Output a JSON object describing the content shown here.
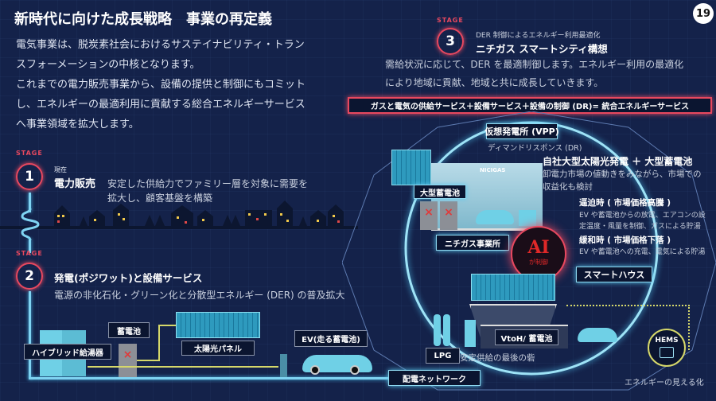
{
  "page_number": "19",
  "title": "新時代に向けた成長戦略　事業の再定義",
  "intro": [
    "電気事業は、脱炭素社会におけるサステイナビリティ・トラン",
    "スフォーメーションの中核となります。",
    "これまでの電力販売事業から、設備の提供と制御にもコミット",
    "し、エネルギーの最適利用に貢献する総合エネルギーサービス",
    "へ事業領域を拡大します。"
  ],
  "stage_label": "STAGE",
  "stage1": {
    "num": "1",
    "tag": "現在",
    "heading": "電力販売",
    "desc": [
      "安定した供給力でファミリー層を対象に需要を",
      "拡大し、顧客基盤を構築"
    ]
  },
  "stage2": {
    "num": "2",
    "heading": "発電(ポジワット)と設備サービス",
    "desc": "電源の非化石化・グリーン化と分散型エネルギー (DER) の普及拡大",
    "labels": {
      "water_heater": "ハイブリッド給湯器",
      "battery": "蓄電池",
      "solar": "太陽光パネル",
      "ev": "EV(走る蓄電池)"
    }
  },
  "stage3": {
    "num": "3",
    "sub": "DER 制御によるエネルギー利用最適化",
    "heading": "ニチガス スマートシティ構想",
    "desc": [
      "需給状況に応じて、DER を最適制御します。エネルギー利用の最適化",
      "により地域に貢献、地域と共に成長していきます。"
    ],
    "banner": "ガスと電気の供給サービス＋設備サービス＋設備の制御 (DR)= 統合エネルギーサービス"
  },
  "city": {
    "vpp": "仮想発電所 (VPP)",
    "dr": "ディマンドリスポンス (DR)",
    "own_heading": "自社大型太陽光発電 ＋ 大型蓄電池",
    "own_desc": [
      "卸電力市場の値動きをみながら、市場での",
      "収益化も検討"
    ],
    "tight_heading": "逼迫時 ( 市場価格高騰 )",
    "tight_desc": [
      "EV や蓄電池からの放電、エアコンの設",
      "定温度・風量を制御、ガスによる貯湯"
    ],
    "ease_heading": "緩和時 ( 市場価格下落 )",
    "ease_desc": "EV や蓄電池への充電、電気による貯湯",
    "large_battery": "大型蓄電池",
    "office": "ニチガス事業所",
    "logo": "NICIGAS",
    "ai": "AI",
    "ai_sub": "が制御",
    "smart_house": "スマートハウス",
    "vtoh": "VtoH/ 蓄電池",
    "lpg": "LPG",
    "lpg_desc": "安定供給の最後の砦",
    "network": "配電ネットワーク",
    "hems": "HEMS",
    "hems_desc": "エネルギーの見える化"
  },
  "colors": {
    "bg": "#14224a",
    "accent_red": "#e8485f",
    "glow_blue": "#7fd3f2",
    "wire": "#d6d86a"
  }
}
